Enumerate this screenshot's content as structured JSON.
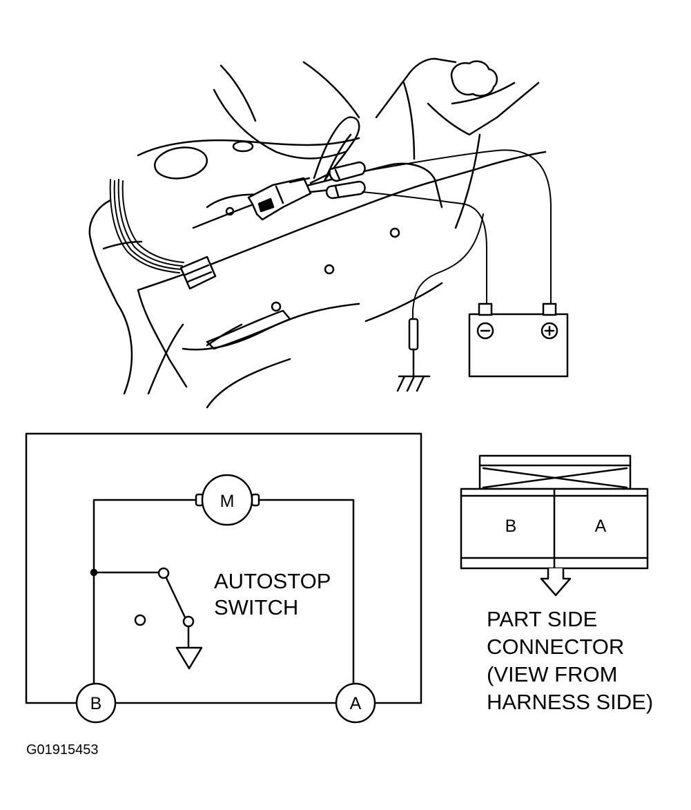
{
  "diagram": {
    "circuit": {
      "motor_label": "M",
      "switch_label_lines": [
        "AUTOSTOP",
        "SWITCH"
      ],
      "terminal_b": "B",
      "terminal_a": "A"
    },
    "connector": {
      "pin_b": "B",
      "pin_a": "A",
      "caption_lines": [
        "PART SIDE",
        "CONNECTOR",
        "(VIEW FROM",
        "HARNESS SIDE)"
      ]
    },
    "figure_code": "G01915453",
    "icons": [
      "battery-icon",
      "ground-icon",
      "motor-icon",
      "arrow-down-icon"
    ]
  }
}
